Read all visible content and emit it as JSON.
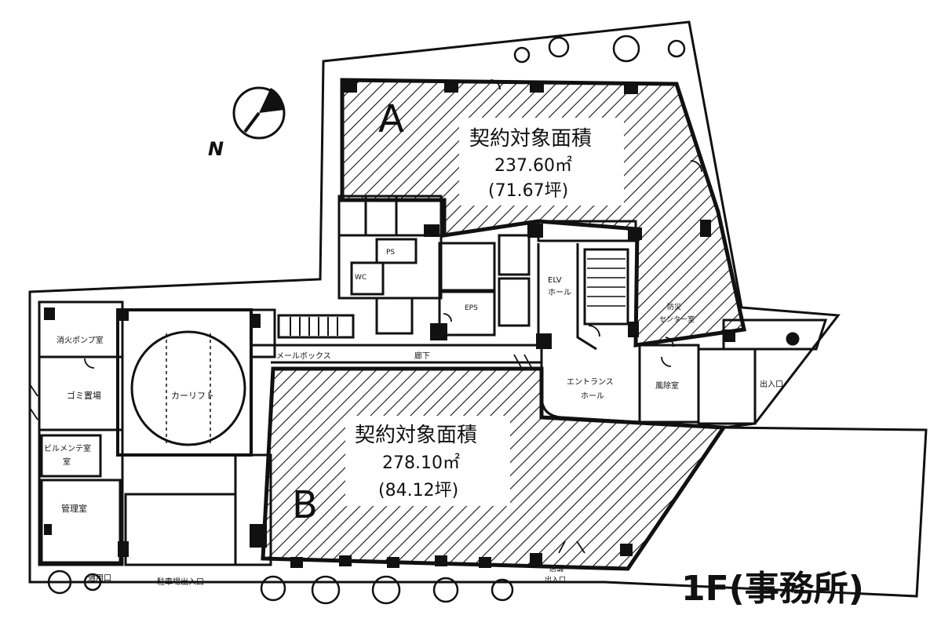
{
  "floor_title": "1F(事務所)",
  "north_label": "N",
  "zones": {
    "a": {
      "letter": "A",
      "title": "契約対象面積",
      "area": "237.60㎡",
      "tsubo": "(71.67坪)"
    },
    "b": {
      "letter": "B",
      "title": "契約対象面積",
      "area": "278.10㎡",
      "tsubo": "(84.12坪)"
    }
  },
  "rooms": {
    "fire_pump": "消火ポンプ室",
    "garbage": "ゴミ置場",
    "bldg_maint": "ビルメンテ室",
    "bldg_maint_2": "室",
    "manager": "管理室",
    "car_lift": "カーリフト",
    "mailbox": "メールボックス",
    "corridor": "廊下",
    "ev_hall_1": "ELV",
    "ev_hall_2": "ホール",
    "entrance_hall_1": "エントランス",
    "entrance_hall_2": "ホール",
    "windbreak": "風除室",
    "exit_entry": "出入口",
    "parking_entry": "駐車場出入口",
    "side_entry": "通用口",
    "shop_entry_1": "店舗",
    "shop_entry_2": "出入口",
    "disaster_1": "防災",
    "disaster_2": "センター室",
    "ps": "PS",
    "eps": "EPS",
    "wc": "WC"
  }
}
